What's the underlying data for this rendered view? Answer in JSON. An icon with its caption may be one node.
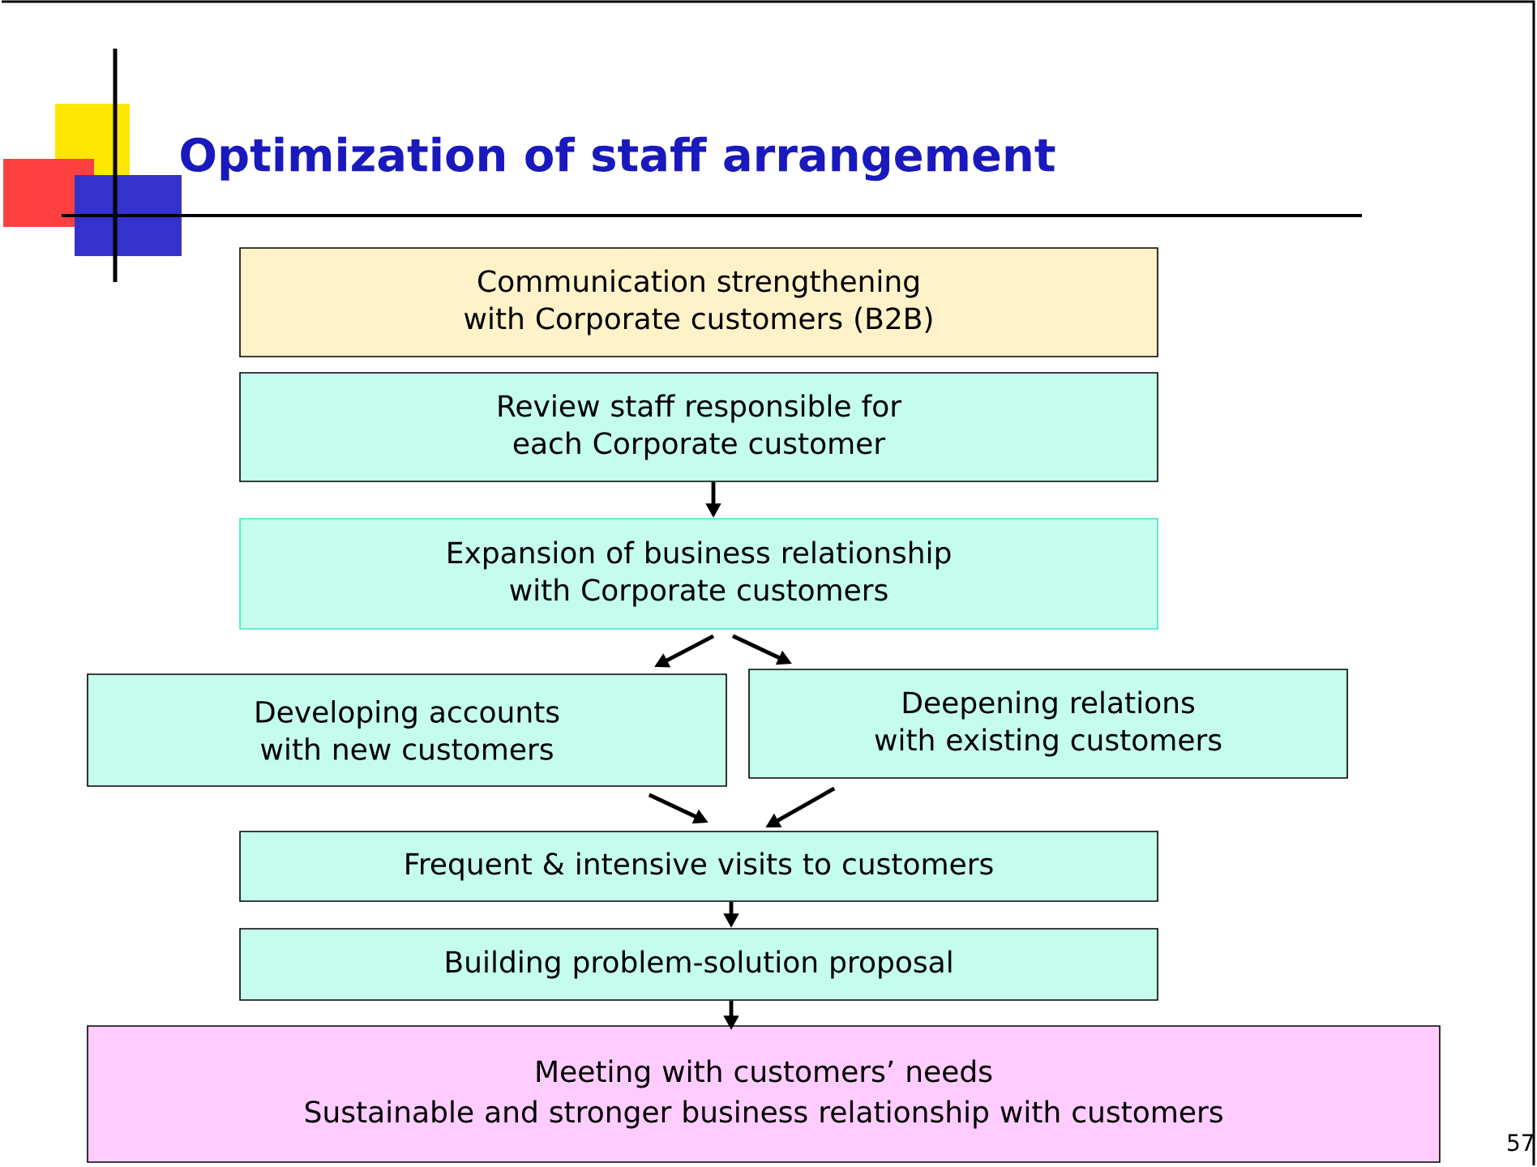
{
  "diagram": {
    "title": "Optimization of staff arrangement",
    "nodes": [
      {
        "text": [
          "Communication strengthening with Corporate customers (B2B)"
        ]
      },
      {
        "text": [
          "Review staff responsible for each Corporate customer"
        ]
      },
      {
        "text": [
          "Expansion of business relationship with Corporate customers"
        ]
      },
      {
        "text": [
          "Developing accounts with new customers"
        ]
      },
      {
        "text": [
          "Deepening relations with existing customers"
        ]
      },
      {
        "text": [
          "Frequent & intensive visits to customers"
        ]
      },
      {
        "text": [
          "Building problem-solution proposal"
        ]
      },
      {
        "text": [
          "Meeting with customers’ needs",
          "Sustainable and stronger business relationship with customers"
        ]
      }
    ],
    "edges": [
      {
        "from": 1,
        "to": 2,
        "arrow": "to"
      },
      {
        "from": 2,
        "to": 3,
        "arrow": "to"
      },
      {
        "from": 2,
        "to": 4,
        "arrow": "to"
      },
      {
        "from": 3,
        "to": 5,
        "arrow": "to"
      },
      {
        "from": 4,
        "to": 5,
        "arrow": "to"
      },
      {
        "from": 5,
        "to": 6,
        "arrow": "to"
      },
      {
        "from": 6,
        "to": 7,
        "arrow": "to"
      }
    ],
    "labels": [
      "57"
    ]
  }
}
